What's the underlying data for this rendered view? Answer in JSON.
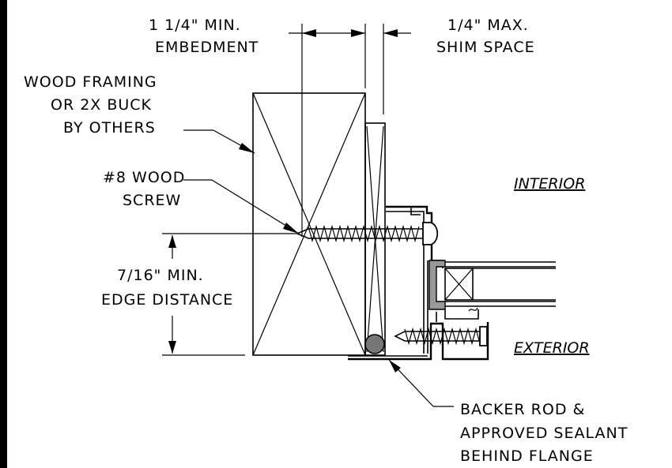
{
  "labels": {
    "embedment": [
      "1 1/4\" MIN.",
      "EMBEDMENT"
    ],
    "shim": [
      "1/4\" MAX.",
      "SHIM SPACE"
    ],
    "framing": [
      "WOOD FRAMING",
      "OR 2X BUCK",
      "BY OTHERS"
    ],
    "screw": [
      "#8 WOOD",
      "SCREW"
    ],
    "interior": "INTERIOR",
    "edge": [
      "7/16\" MIN.",
      "EDGE DISTANCE"
    ],
    "exterior": "EXTERIOR",
    "sealant": [
      "BACKER ROD &",
      "APPROVED SEALANT",
      "BEHIND FLANGE"
    ]
  },
  "colors": {
    "line": "#000000",
    "background": "#ffffff",
    "sealant_fill": "#888888"
  }
}
